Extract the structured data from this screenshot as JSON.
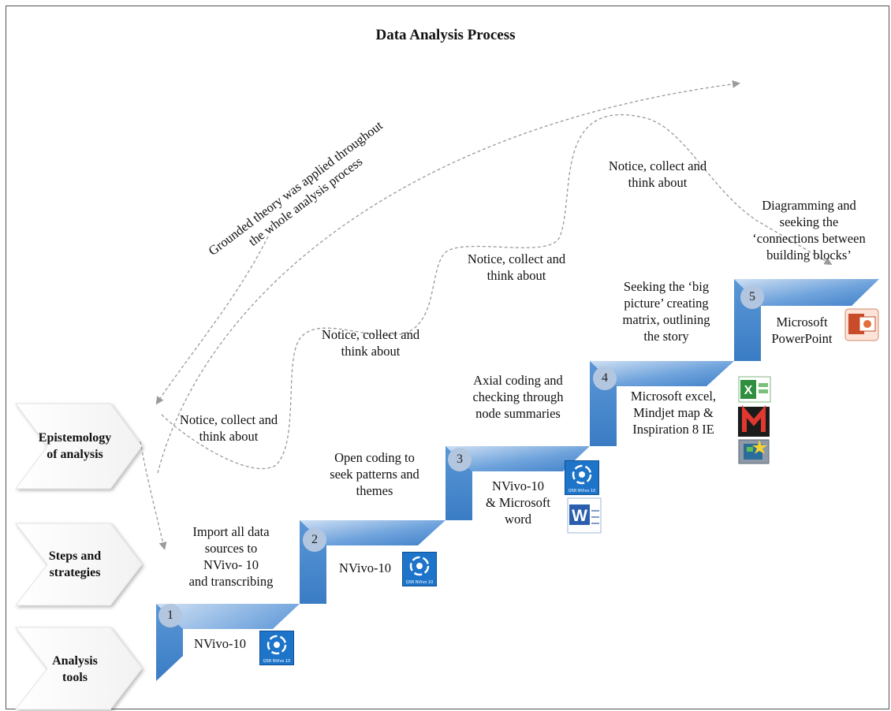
{
  "title": "Data Analysis Process",
  "grounded_theory": [
    "Grounded theory was applied throughout",
    "the whole analysis process"
  ],
  "side_labels": [
    {
      "line1": "Epistemology",
      "line2": "of analysis"
    },
    {
      "line1": "Steps and",
      "line2": "strategies"
    },
    {
      "line1": "Analysis",
      "line2": "tools"
    }
  ],
  "notice": [
    {
      "line1": "Notice, collect and",
      "line2": "think about"
    },
    {
      "line1": "Notice, collect and",
      "line2": "think about"
    },
    {
      "line1": "Notice, collect and",
      "line2": "think about"
    },
    {
      "line1": "Notice, collect and",
      "line2": "think about"
    }
  ],
  "steps": [
    {
      "number": "1",
      "strategy": [
        "Import all data",
        "sources to",
        "NVivo- 10",
        "and transcribing"
      ],
      "tool": [
        "NVivo-10"
      ]
    },
    {
      "number": "2",
      "strategy": [
        "Open coding to",
        "seek patterns and",
        "themes"
      ],
      "tool": [
        "NVivo-10"
      ]
    },
    {
      "number": "3",
      "strategy": [
        "Axial coding and",
        "checking through",
        "node summaries"
      ],
      "tool": [
        "NVivo-10",
        "& Microsoft",
        "word"
      ]
    },
    {
      "number": "4",
      "strategy": [
        "Seeking the ‘big",
        "picture’ creating",
        "matrix, outlining",
        "the story"
      ],
      "tool": [
        "Microsoft excel,",
        "Mindjet map &",
        "Inspiration 8 IE"
      ]
    },
    {
      "number": "5",
      "strategy": [
        "Diagramming and",
        "seeking the",
        "‘connections between",
        "building blocks’"
      ],
      "tool": [
        "Microsoft",
        "PowerPoint"
      ]
    }
  ],
  "icons": {
    "nvivo_caption": "QSR NVivo 10",
    "word_letter": "W",
    "excel_letter": "X"
  },
  "colors": {
    "stair_dark": "#4a8ad0",
    "stair_light": "#cfe0f4",
    "badge": "#b3c6df",
    "arrow": "#9a9a9a",
    "nvivo_blue": "#1d74c9",
    "powerpoint": "#c84b2a"
  }
}
